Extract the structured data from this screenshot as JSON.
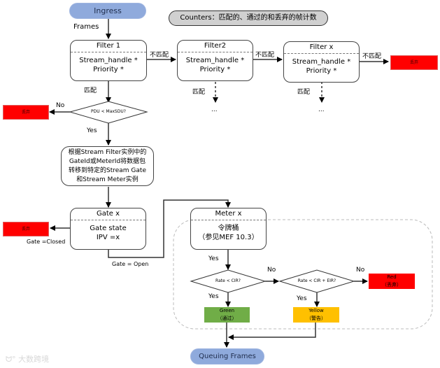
{
  "ingress": "Ingress",
  "frames_label": "Frames",
  "counters": "Counters：匹配的、通过的和丢弃的帧计数",
  "filters": [
    {
      "title": "Filter 1",
      "line1": "Stream_handle *",
      "line2": "Priority *"
    },
    {
      "title": "Filter2",
      "line1": "Stream_handle *",
      "line2": "Priority *"
    },
    {
      "title": "Filter x",
      "line1": "Stream_handle *",
      "line2": "Priority *"
    }
  ],
  "labels": {
    "nomatch": "不匹配",
    "match": "匹配",
    "ellipsis": "...",
    "no": "No",
    "yes": "Yes",
    "gate_closed": "Gate =Closed",
    "gate_open": "Gate = Open"
  },
  "drop_label": "丢弃",
  "pdu_decision": "PDU < MaxSDU?",
  "routing_box": {
    "lines": [
      "根据Stream Filter实例中的",
      "GateId或MeterId将数据包",
      "转移到特定的Stream Gate",
      "和Stream Meter实例"
    ]
  },
  "gate": {
    "title": "Gate x",
    "line1": "Gate state",
    "line2": "IPV =x"
  },
  "meter": {
    "title": "Meter x",
    "line1": "令牌桶",
    "line2": "（参见MEF 10.3）"
  },
  "decisions": {
    "cir": "Rate < CIR?",
    "cir_eir": "Rate < CIR + EIR?"
  },
  "results": {
    "green": {
      "name": "Green",
      "desc": "（通过）",
      "color": "#70ad47"
    },
    "yellow": {
      "name": "Yellow",
      "desc": "（警告）",
      "color": "#ffc000"
    },
    "red": {
      "name": "Red",
      "desc": "（丢弃）",
      "color": "#ff0000"
    }
  },
  "queuing": "Queuing Frames",
  "watermark": "大数跨境",
  "colors": {
    "pill": "#8faadc",
    "counter": "#d0d0d0",
    "drop": "#ff0000"
  }
}
